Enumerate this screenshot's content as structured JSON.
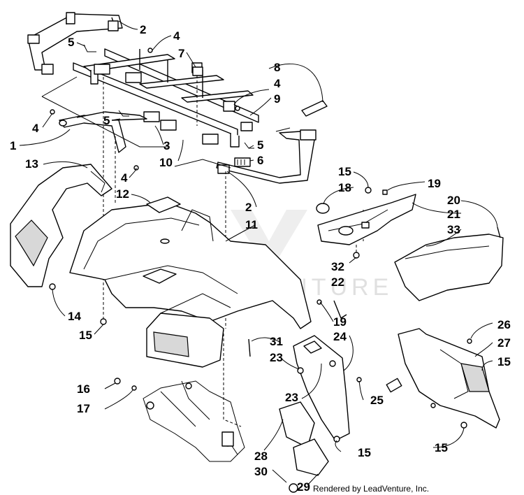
{
  "watermark": "LEADVENTURE",
  "credit": "Rendered by LeadVenture, Inc.",
  "callouts": {
    "c1": "1",
    "c2a": "2",
    "c2b": "2",
    "c3": "3",
    "c4a": "4",
    "c4b": "4",
    "c4c": "4",
    "c4d": "4",
    "c5a": "5",
    "c5b": "5",
    "c5c": "5",
    "c6": "6",
    "c7": "7",
    "c8": "8",
    "c9": "9",
    "c10": "10",
    "c11": "11",
    "c12": "12",
    "c13": "13",
    "c14": "14",
    "c15a": "15",
    "c15b": "15",
    "c15c": "15",
    "c15d": "15",
    "c15e": "15",
    "c16": "16",
    "c17": "17",
    "c18": "18",
    "c19a": "19",
    "c19b": "19",
    "c20": "20",
    "c21": "21",
    "c22": "22",
    "c23a": "23",
    "c23b": "23",
    "c24": "24",
    "c25": "25",
    "c26": "26",
    "c27": "27",
    "c28": "28",
    "c29": "29",
    "c30": "30",
    "c31": "31",
    "c32": "32",
    "c33": "33"
  }
}
